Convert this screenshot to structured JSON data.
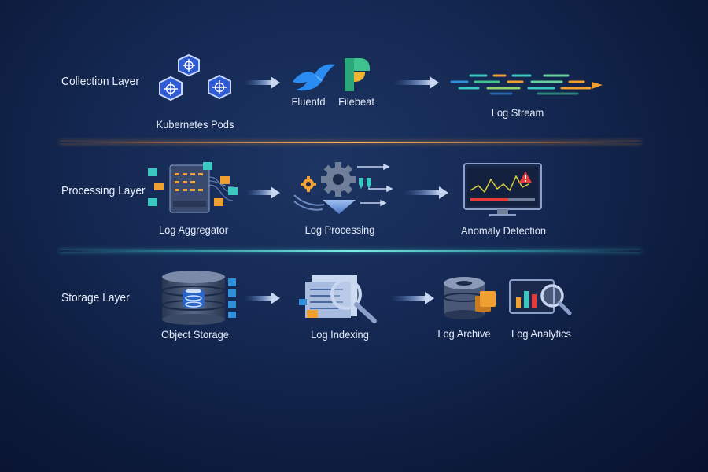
{
  "layers": [
    {
      "label": "Collection Layer",
      "nodes": [
        {
          "caption": "Kubernetes Pods",
          "icon": "kubernetes-pods-icon"
        },
        {
          "caption": "Fluentd",
          "icon": "fluentd-icon"
        },
        {
          "caption": "Filebeat",
          "icon": "filebeat-icon"
        },
        {
          "caption": "Log Stream",
          "icon": "log-stream-icon"
        }
      ]
    },
    {
      "label": "Processing Layer",
      "nodes": [
        {
          "caption": "Log Aggregator",
          "icon": "log-aggregator-icon"
        },
        {
          "caption": "Log Processing",
          "icon": "log-processing-icon"
        },
        {
          "caption": "Anomaly Detection",
          "icon": "anomaly-detection-icon"
        }
      ]
    },
    {
      "label": "Storage Layer",
      "nodes": [
        {
          "caption": "Object Storage",
          "icon": "object-storage-icon"
        },
        {
          "caption": "Log Indexing",
          "icon": "log-indexing-icon"
        },
        {
          "caption": "Log Archive",
          "icon": "log-archive-icon"
        },
        {
          "caption": "Log Analytics",
          "icon": "log-analytics-icon"
        }
      ]
    }
  ],
  "colors": {
    "background": "#0c1a3a",
    "kubernetes": "#2f5bd4",
    "fluentd": "#2a8cf0",
    "filebeat": "#3ec28f",
    "accent_orange": "#f0a030",
    "accent_teal": "#3cc8c0",
    "divider_orange": "#ff9a3c",
    "divider_teal": "#5ae0d8",
    "alert_red": "#e83a3a"
  }
}
